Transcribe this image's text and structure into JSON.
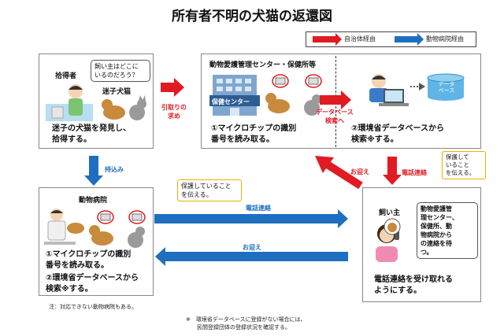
{
  "title": "所有者不明の犬猫の返還図",
  "legend": {
    "red_label": "自治体経由",
    "blue_label": "動物病院経由"
  },
  "finder": {
    "heading": "拾得者",
    "thought": "飼い主はどこに\nいるのだろう？",
    "dog_label": "迷子犬猫",
    "caption": "迷子の犬猫を発見し、\n拾得する。"
  },
  "transfer": {
    "label": "引取りの\n求め"
  },
  "center": {
    "heading": "動物愛護管理センター・保健所等",
    "building_sign": "保健センター",
    "step1": "①マイクロチップの識別\n番号を読み取る。",
    "db_label": "データベース\n検索へ",
    "step2": "②環境省データベースから\n検索※する。",
    "db_icon": "データ\nベース"
  },
  "bring_in": {
    "label": "持込み"
  },
  "hospital": {
    "heading": "動物病院",
    "step1": "①マイクロチップの識別\n番号を読み取る。",
    "step2": "②環境省データベースから\n検索※する。",
    "note": "注：対応できない動物病院もある。"
  },
  "hospital_bubble": "保護していること\nを伝える。",
  "phone_contact_1": "電話連絡",
  "pickup_1": "お迎え",
  "pickup_2": "お迎え",
  "phone_contact_2": "電話連絡",
  "center_bubble": "保護して\nいること\nを伝える。",
  "owner": {
    "heading": "飼い主",
    "thought": "動物愛護管\n理センター、\n保健所、動\n物病院から\nの連絡を待\nつ。",
    "caption": "電話連絡を受け取れる\nようにする。"
  },
  "footnote": "※　環境省データベースに登録がない場合には、\n　　民間登録団体の登録状況を確認する。",
  "colors": {
    "red": "#e11b22",
    "blue": "#1e6fbf",
    "bubble_border": "#e8b300"
  }
}
